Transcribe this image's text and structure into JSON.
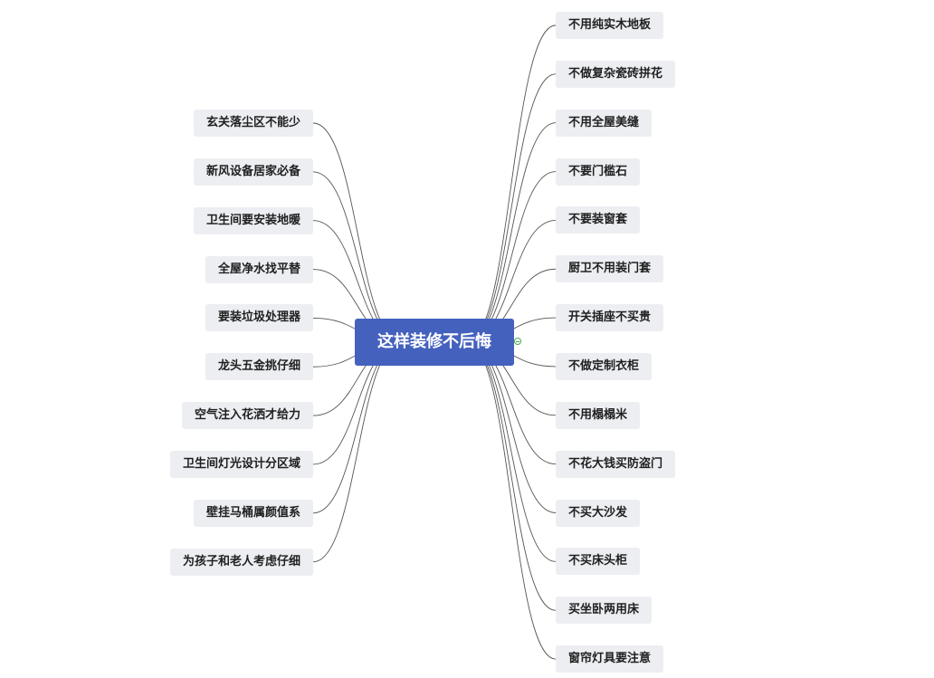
{
  "root": {
    "label": "这样装修不后悔"
  },
  "colors": {
    "root_bg": "#4461bd",
    "node_bg": "#eceef2",
    "connector": "#555555",
    "collapse": "#4aa84a"
  },
  "left_topics": [
    "玄关落尘区不能少",
    "新风设备居家必备",
    "卫生间要安装地暖",
    "全屋净水找平替",
    "要装垃圾处理器",
    "龙头五金挑仔细",
    "空气注入花洒才给力",
    "卫生间灯光设计分区域",
    "壁挂马桶属颜值系",
    "为孩子和老人考虑仔细"
  ],
  "right_topics": [
    "不用纯实木地板",
    "不做复杂瓷砖拼花",
    "不用全屋美缝",
    "不要门槛石",
    "不要装窗套",
    "厨卫不用装门套",
    "开关插座不买贵",
    "不做定制衣柜",
    "不用榻榻米",
    "不花大钱买防盗门",
    "不买大沙发",
    "不买床头柜",
    "买坐卧两用床",
    "窗帘灯具要注意"
  ]
}
